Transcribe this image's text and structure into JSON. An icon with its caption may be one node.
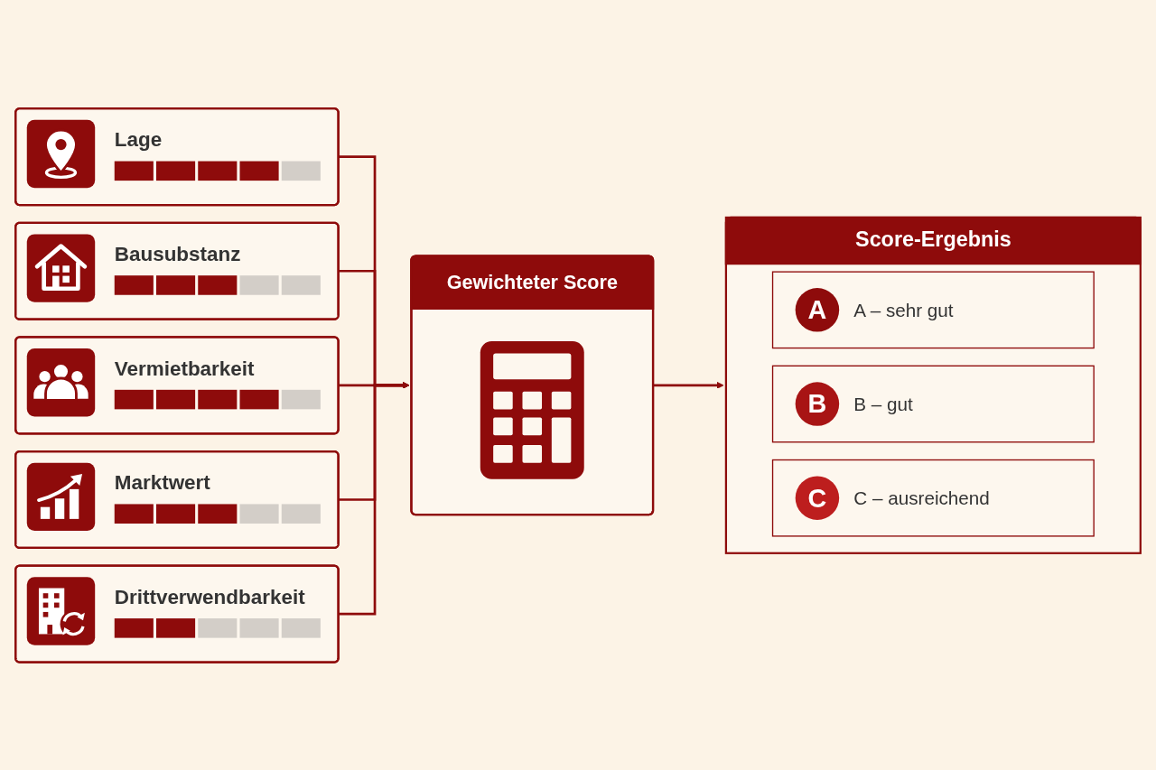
{
  "diagram": {
    "nodes": [
      {
        "text": [
          "Lage"
        ]
      },
      {
        "text": [
          "Bausubstanz"
        ]
      },
      {
        "text": [
          "Vermietbarkeit"
        ]
      },
      {
        "text": [
          "Marktwert"
        ]
      },
      {
        "text": [
          "Drittverwendbarkeit"
        ]
      },
      {
        "text": [
          "Gewichteter Score"
        ]
      },
      {
        "text": [
          "Score-Ergebnis"
        ]
      },
      {
        "text": [
          "A",
          "A – sehr gut"
        ],
        "in": 6
      },
      {
        "text": [
          "B",
          "B – gut"
        ],
        "in": 6
      },
      {
        "text": [
          "C",
          "C – ausreichend"
        ],
        "in": 6
      }
    ],
    "edges": [
      {
        "from": 0,
        "to": 5,
        "arrow": "to"
      },
      {
        "from": 1,
        "to": 5,
        "arrow": "to"
      },
      {
        "from": 2,
        "to": 5,
        "arrow": "to"
      },
      {
        "from": 3,
        "to": 5,
        "arrow": "to"
      },
      {
        "from": 4,
        "to": 5,
        "arrow": "to"
      },
      {
        "from": 5,
        "to": 6,
        "arrow": "to"
      }
    ]
  }
}
